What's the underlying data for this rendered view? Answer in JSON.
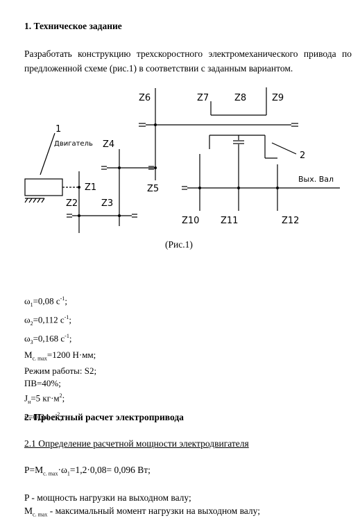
{
  "section1": {
    "title": "1. Техническое задание",
    "para_line1": "Разработать конструкцию трехскоростного электромеханического привода по",
    "para_line2": "предложенной схеме (рис.1) в соответствии с заданным вариантом."
  },
  "figure": {
    "caption": "(Рис.1)",
    "labels": {
      "num1": "1",
      "num2": "2",
      "motor": "Двигатель",
      "output": "Вых. Вал",
      "z1": "Z1",
      "z2": "Z2",
      "z3": "Z3",
      "z4": "Z4",
      "z5": "Z5",
      "z6": "Z6",
      "z7": "Z7",
      "z8": "Z8",
      "z9": "Z9",
      "z10": "Z10",
      "z11": "Z11",
      "z12": "Z12"
    }
  },
  "params": {
    "w1_sym": "ω",
    "w1_sub": "1",
    "w1_val": "=0,08 с",
    "w1_sup": "-1",
    "w1_end": ";",
    "w2_sym": "ω",
    "w2_sub": "2",
    "w2_val": "=0,112 с",
    "w2_sup": "-1",
    "w2_end": ";",
    "w3_sym": "ω",
    "w3_sub": "3",
    "w3_val": "=0,168 с",
    "w3_sup": "-1",
    "w3_end": ";",
    "m_sym": "M",
    "m_sub": "c. max",
    "m_val": "=1200 Н·мм;",
    "mode": "Режим работы: S2;",
    "pv": "ПВ=40%;",
    "j_sym": "J",
    "j_sub": "н",
    "j_val": "=5 кг·м",
    "j_sup": "2",
    "j_end": ";",
    "e_val": "ε=0,34 с",
    "e_sup": "-2",
    "e_end": ";"
  },
  "section2": {
    "title": "2. Проектный расчет электропривода",
    "subtitle": "2.1 Определение расчетной мощности электродвигателя",
    "formula_p": "P=M",
    "formula_sub": "c. max",
    "formula_mid": "·ω",
    "formula_sub2": "1",
    "formula_rest": "=1,2·0,08= 0,096 Вт;",
    "def1": "P - мощность нагрузки на выходном валу;",
    "def2_sym": "M",
    "def2_sub": "c. max",
    "def2_rest": " - максимальный момент нагрузки на выходном валу;"
  }
}
